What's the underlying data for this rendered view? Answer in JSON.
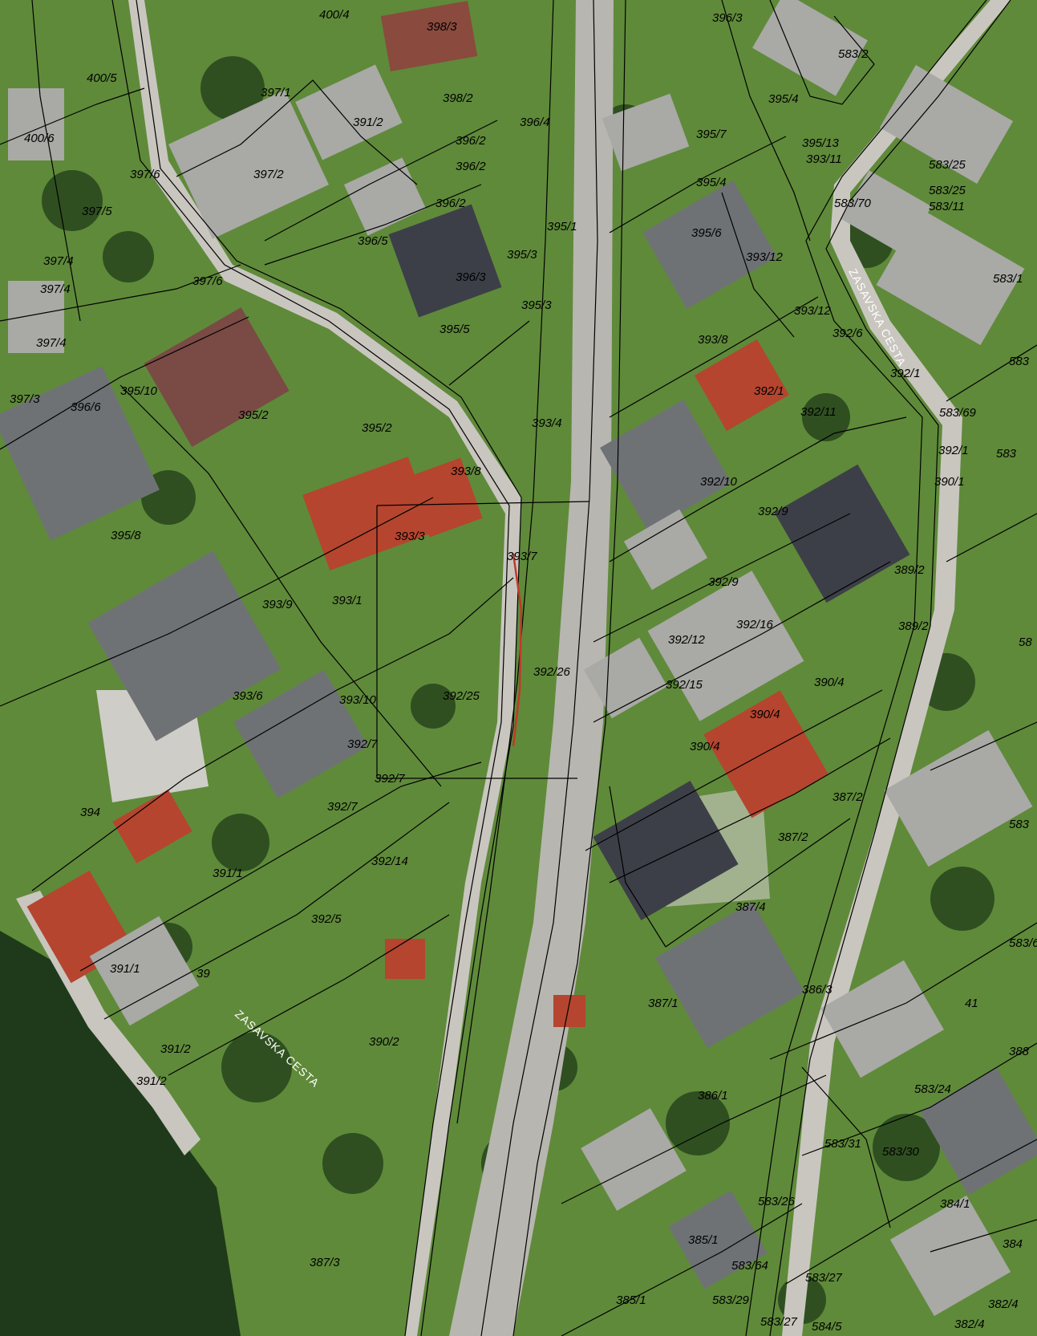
{
  "colors": {
    "grass": "#5f8a3a",
    "dark_grass": "#1f3a1a",
    "tree": "#2f4f20",
    "road": "#b8b6b0",
    "path": "#c9c6bf",
    "red_roof": "#b5452f",
    "gray_roof": "#6f7275",
    "dark_roof": "#3d3f48",
    "light_roof": "#a9a9a6",
    "parcel_line": "#000000",
    "red_boundary": "#c0392b"
  },
  "street_names": {
    "upper": "ZASAVSKA CESTA",
    "lower": "ZASAVSKA CESTA"
  },
  "parcel_labels": [
    "400/4",
    "398/3",
    "396/3",
    "583/2",
    "400/5",
    "397/1",
    "398/2",
    "396/4",
    "395/4",
    "400/6",
    "391/2",
    "397/2",
    "396/2",
    "396/2",
    "395/7",
    "395/13",
    "393/11",
    "583/25",
    "583/25",
    "583/11",
    "397/6",
    "396/2",
    "395/1",
    "395/4",
    "583/70",
    "397/5",
    "396/5",
    "395/3",
    "395/6",
    "393/12",
    "583/1",
    "397/4",
    "397/6",
    "396/3",
    "395/3",
    "397/4",
    "395/5",
    "393/12",
    "392/6",
    "583",
    "397/4",
    "393/8",
    "392/1",
    "397/3",
    "396/6",
    "395/10",
    "395/2",
    "395/2",
    "393/4",
    "392/1",
    "392/11",
    "583/69",
    "392/1",
    "583",
    "393/8",
    "392/10",
    "390/1",
    "392/9",
    "395/8",
    "393/3",
    "393/7",
    "389/2",
    "392/9",
    "393/9",
    "393/1",
    "392/12",
    "392/16",
    "389/2",
    "58",
    "392/26",
    "392/15",
    "390/4",
    "393/6",
    "393/10",
    "392/25",
    "390/4",
    "392/7",
    "390/4",
    "392/7",
    "387/2",
    "394",
    "392/7",
    "583",
    "387/2",
    "392/14",
    "391/1",
    "387/4",
    "392/5",
    "583/6",
    "391/1",
    "39",
    "386/3",
    "387/1",
    "41",
    "391/2",
    "390/2",
    "388",
    "391/2",
    "386/1",
    "583/24",
    "583/31",
    "583/30",
    "583/26",
    "384/1",
    "385/1",
    "387/3",
    "583/64",
    "583/27",
    "384",
    "385/1",
    "583/29",
    "583/27",
    "584/5",
    "382/4",
    "382/4"
  ]
}
